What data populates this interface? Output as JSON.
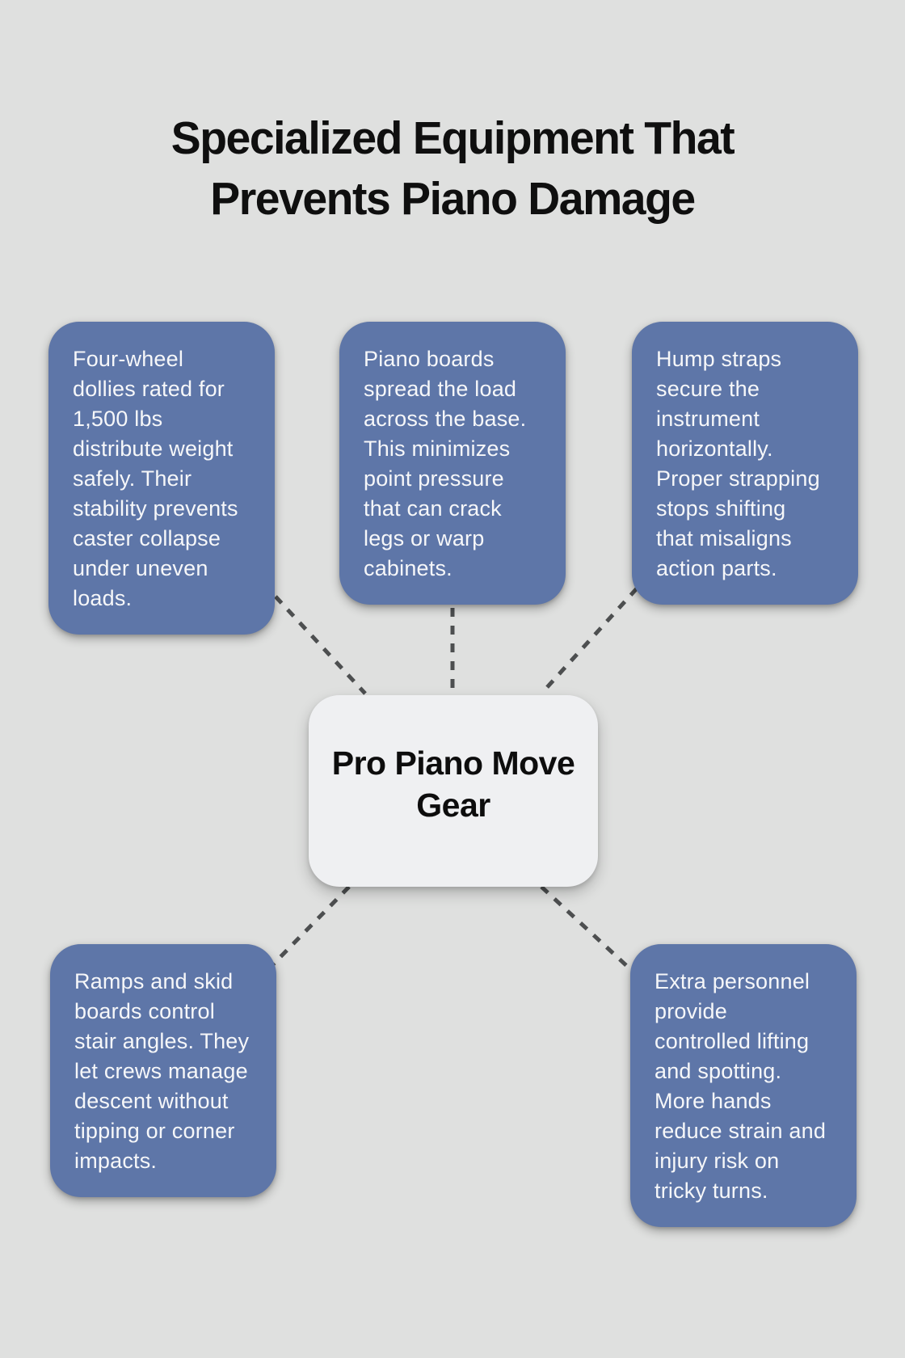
{
  "title": "Specialized Equipment That\nPrevents Piano Damage",
  "center_node": {
    "label": "Pro Piano Move\nGear"
  },
  "cards": [
    {
      "id": "four-wheel-dollies",
      "text": "Four-wheel\ndollies rated for\n1,500 lbs\ndistribute weight\nsafely. Their\nstability prevents\ncaster collapse\nunder uneven\nloads."
    },
    {
      "id": "piano-boards",
      "text": "Piano boards\nspread the load\nacross the base.\nThis minimizes\npoint pressure\nthat can crack\nlegs or warp\ncabinets."
    },
    {
      "id": "hump-straps",
      "text": "Hump straps\nsecure the\ninstrument\nhorizontally.\nProper strapping\nstops shifting\nthat misaligns\naction parts."
    },
    {
      "id": "ramps-skid-boards",
      "text": "Ramps and skid\nboards control\nstair angles. They\nlet crews manage\ndescent without\ntipping or corner\nimpacts."
    },
    {
      "id": "extra-personnel",
      "text": "Extra personnel\nprovide\ncontrolled lifting\nand spotting.\nMore hands\nreduce strain and\ninjury risk on\ntricky turns."
    }
  ],
  "colors": {
    "background": "#dfe0df",
    "card_fill": "#5e76a8",
    "card_text": "#f6f7f9",
    "center_fill": "#eff0f2",
    "title_text": "#0f0f0f",
    "connector": "#4d4f50"
  }
}
